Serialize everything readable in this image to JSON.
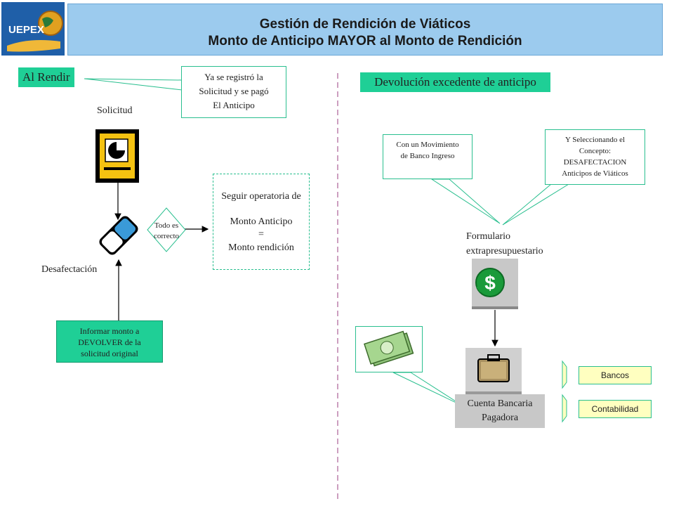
{
  "header": {
    "title_line1": "Gestión de Rendición de Viáticos",
    "title_line2": "Monto de Anticipo MAYOR al Monto de Rendición"
  },
  "logo": {
    "text": "UEPEX",
    "icon": "globe-hand-logo"
  },
  "left": {
    "tag": "Al Rendir",
    "callout_lines": [
      "Ya se registró la",
      "Solicitud y se pagó",
      "El Anticipo"
    ],
    "solicitud_label": "Solicitud",
    "desafectacion_label": "Desafectación",
    "decision_lines": [
      "Todo es",
      "correcto"
    ],
    "next_lines": [
      "Seguir operatoria de",
      "Monto Anticipo",
      "=",
      "Monto rendición"
    ],
    "inform_lines": [
      "Informar monto  a",
      "DEVOLVER  de la",
      "solicitud original"
    ]
  },
  "right": {
    "tag": "Devolución excedente de anticipo",
    "callout1_lines": [
      "Con un Movimiento",
      "de Banco Ingreso"
    ],
    "callout2_lines": [
      "Y Seleccionando el",
      "Concepto:",
      "DESAFECTACION",
      "Anticipos de Viáticos"
    ],
    "form_lines": [
      "Formulario",
      "extrapresupuestario"
    ],
    "account_lines": [
      "Cuenta Bancaria",
      "Pagadora"
    ],
    "bancos": "Bancos",
    "contabilidad": "Contabilidad"
  },
  "colors": {
    "header_bg": "#9ccbee",
    "green": "#1fcf96",
    "yellow_box": "#ffffc0",
    "divider": "#b06b9e"
  }
}
